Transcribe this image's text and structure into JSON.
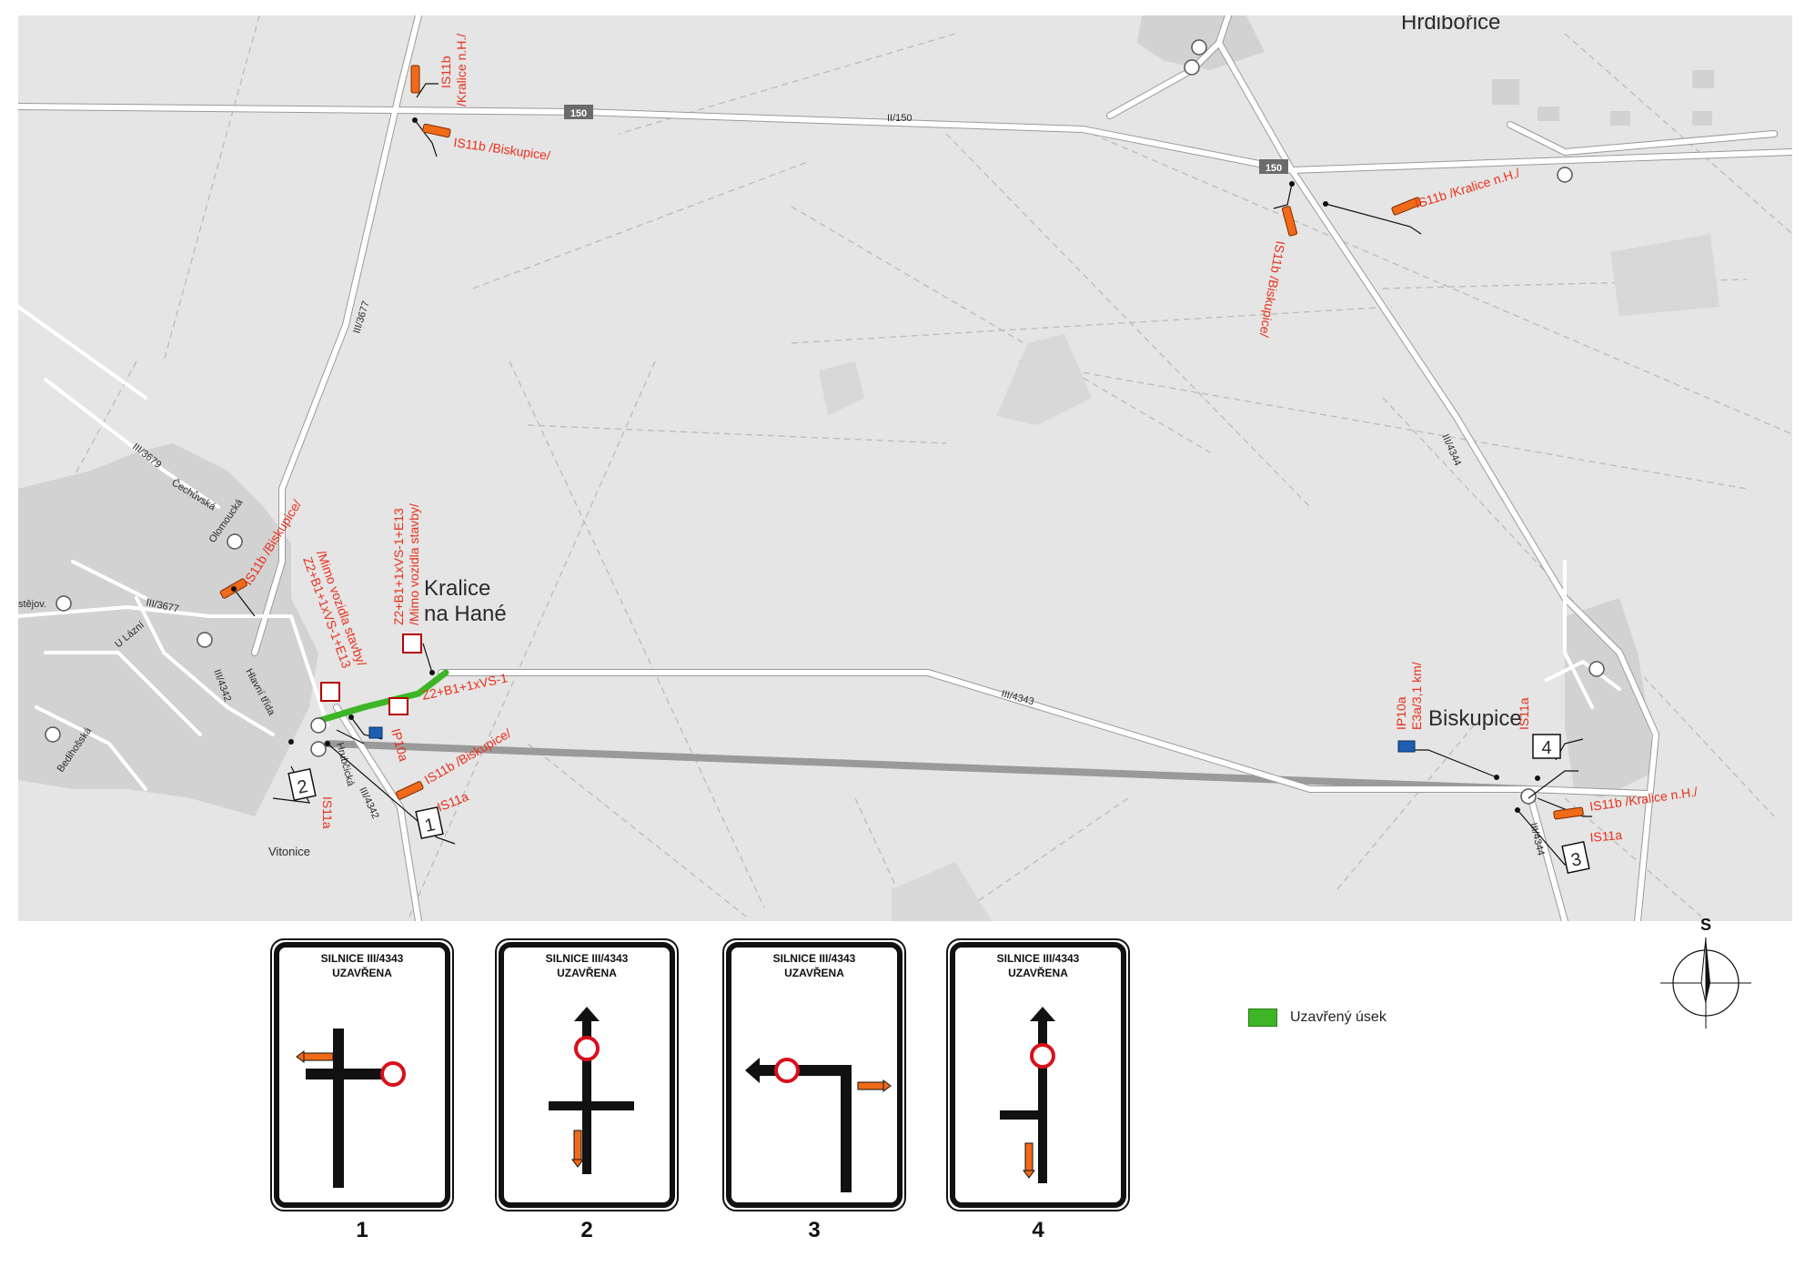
{
  "map": {
    "villages": {
      "kralice_line1": "Kralice",
      "kralice_line2": "na Hané",
      "biskupice": "Biskupice",
      "hrdibořice": "Hrdibořice",
      "vitonice": "Vitonice"
    },
    "roads": {
      "r150_badge_a": "150",
      "r150_badge_b": "150",
      "r150_label": "II/150",
      "r3677_north": "III/3677",
      "r3679": "III/3679",
      "r3677_west": "III/3677",
      "r4342_a": "III/4342",
      "r4342_b": "III/4342",
      "r4343": "III/4343",
      "r4344_a": "III/4344",
      "r4344_b": "III/4344"
    },
    "streets": {
      "cechuvska": "Čechůvská",
      "olomoucka": "Olomoucká",
      "u_lazni": "U Lázní",
      "hlavni_trida": "Hlavní třída",
      "bedihosska": "Bedihošská",
      "vicinity_west": "stějov.",
      "hrubcicka": "Hrubčická"
    },
    "annotations": {
      "is11b_kralice_nh_top": "IS11b",
      "is11b_kralice_nh_top2": "/Kralice n.H./",
      "is11b_biskupice_top": "IS11b /Biskupice/",
      "is11b_kralice_nh_east": "IS11b /Kralice n.H./",
      "is11b_biskupice_east": "IS11b /Biskupice/",
      "is11b_biskupice_olo": "IS11b /Biskupice/",
      "z2_a_line1": "Z2+B1+1xVS-1+E13",
      "z2_a_line2": "/Mimo vozidla stavby/",
      "z2_b_line1": "Z2+B1+1xVS-1+E13",
      "z2_b_line2": "/Mimo vozidla stavby/",
      "z2_c": "Z2+B1+1xVS-1",
      "ip10a_a": "IP10a",
      "is11b_biskupice_south": "IS11b /Biskupice/",
      "is11a_1": "IS11a",
      "is11a_2": "IS11a",
      "ip10a_b_line1": "IP10a",
      "ip10a_b_line2": "E3a/3,1 km/",
      "is11a_4": "IS11a",
      "is11b_kralice_nh_bisk": "IS11b /Kralice n.H./",
      "is11a_3": "IS11a"
    },
    "box_labels": [
      "1",
      "2",
      "3",
      "4"
    ],
    "colors": {
      "background": "#e5e5e5",
      "road": "#ffffff",
      "closed_section": "#3db526",
      "annotation": "#e8301c",
      "detour_sign": "#f06a18"
    }
  },
  "signs": [
    {
      "number": "1",
      "title_line1": "SILNICE III/4343",
      "title_line2": "UZAVŘENA"
    },
    {
      "number": "2",
      "title_line1": "SILNICE III/4343",
      "title_line2": "UZAVŘENA"
    },
    {
      "number": "3",
      "title_line1": "SILNICE III/4343",
      "title_line2": "UZAVŘENA"
    },
    {
      "number": "4",
      "title_line1": "SILNICE III/4343",
      "title_line2": "UZAVŘENA"
    }
  ],
  "legend": {
    "closed_section_label": "Uzavřený úsek",
    "closed_section_color": "#3db526"
  },
  "compass": {
    "label": "S"
  }
}
